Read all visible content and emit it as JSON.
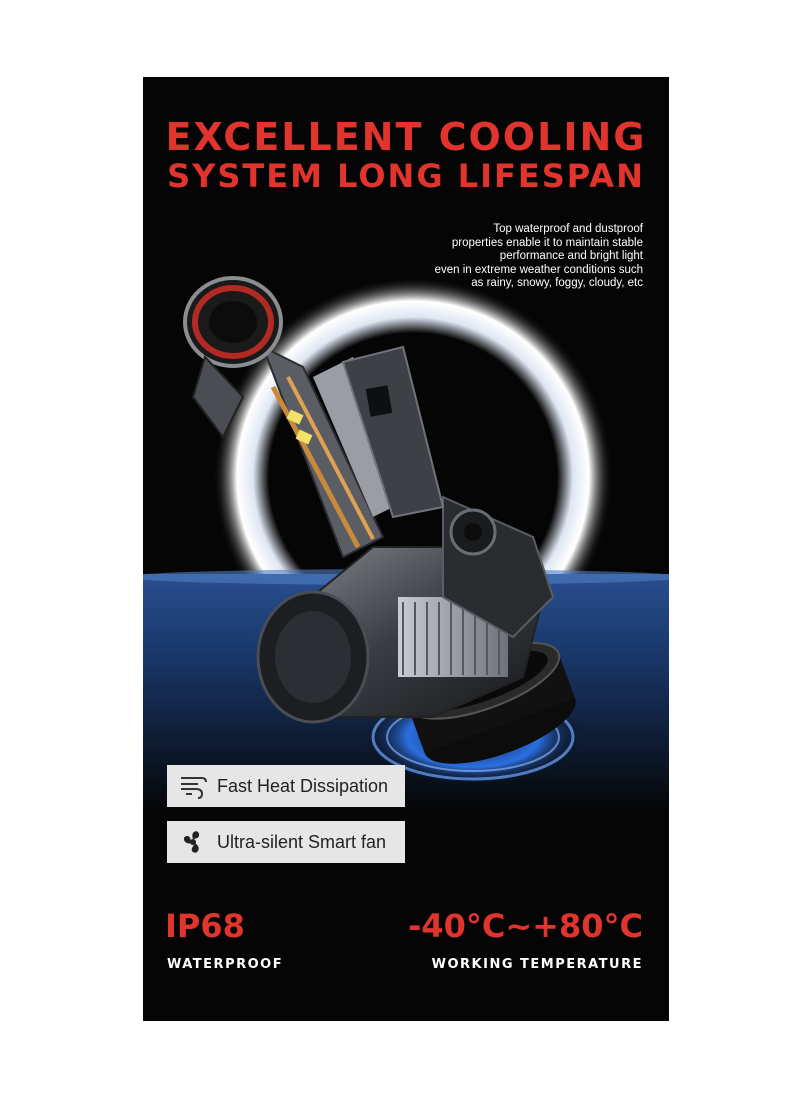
{
  "headline": {
    "line1": "EXCELLENT COOLING",
    "line2": "SYSTEM LONG LIFESPAN"
  },
  "description": [
    "Top waterproof and dustproof",
    "properties enable it to maintain stable",
    "performance and bright light",
    "even in extreme weather conditions such",
    "as rainy, snowy, foggy, cloudy, etc"
  ],
  "features": [
    {
      "label": "Fast Heat Dissipation",
      "icon": "heat-waves-icon"
    },
    {
      "label": "Ultra-silent Smart fan",
      "icon": "fan-icon"
    }
  ],
  "stats": [
    {
      "value": "IP68",
      "label": "WATERPROOF"
    },
    {
      "value": "-40°C~+80°C",
      "label": "WORKING TEMPERATURE"
    }
  ],
  "colors": {
    "accent": "#e0342d",
    "background": "#050505",
    "glow": "#ffffff",
    "water": "#3d6fb6"
  }
}
